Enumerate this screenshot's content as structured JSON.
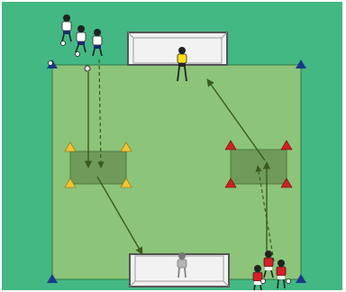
{
  "diagram": {
    "colors": {
      "pitch_outer": "#43b883",
      "pitch_inner": "#8cc47a",
      "pitch_line": "#2a7a45",
      "zone_fill": "#6f9a5a",
      "arrow": "#3b5a1e",
      "cone_yellow": "#f4c430",
      "cone_red": "#cc2222",
      "corner_flag": "#1a3a8a",
      "goal_net": "#f2f2f2",
      "goal_frame": "#555555",
      "team_white": "#ffffff",
      "team_red": "#d81f26",
      "goalkeeper_yellow": "#ffe01a",
      "goalkeeper_grey": "#b5b5b5"
    },
    "zones": [
      {
        "name": "left-passing-zone",
        "cone_color": "yellow"
      },
      {
        "name": "right-passing-zone",
        "cone_color": "red"
      }
    ],
    "goals": [
      {
        "name": "top-goal",
        "keeper": "yellow"
      },
      {
        "name": "bottom-goal",
        "keeper": "grey"
      }
    ],
    "teams": [
      {
        "name": "white-team",
        "players": 3,
        "balls": 3
      },
      {
        "name": "red-team",
        "players": 3,
        "balls": 3
      }
    ]
  }
}
